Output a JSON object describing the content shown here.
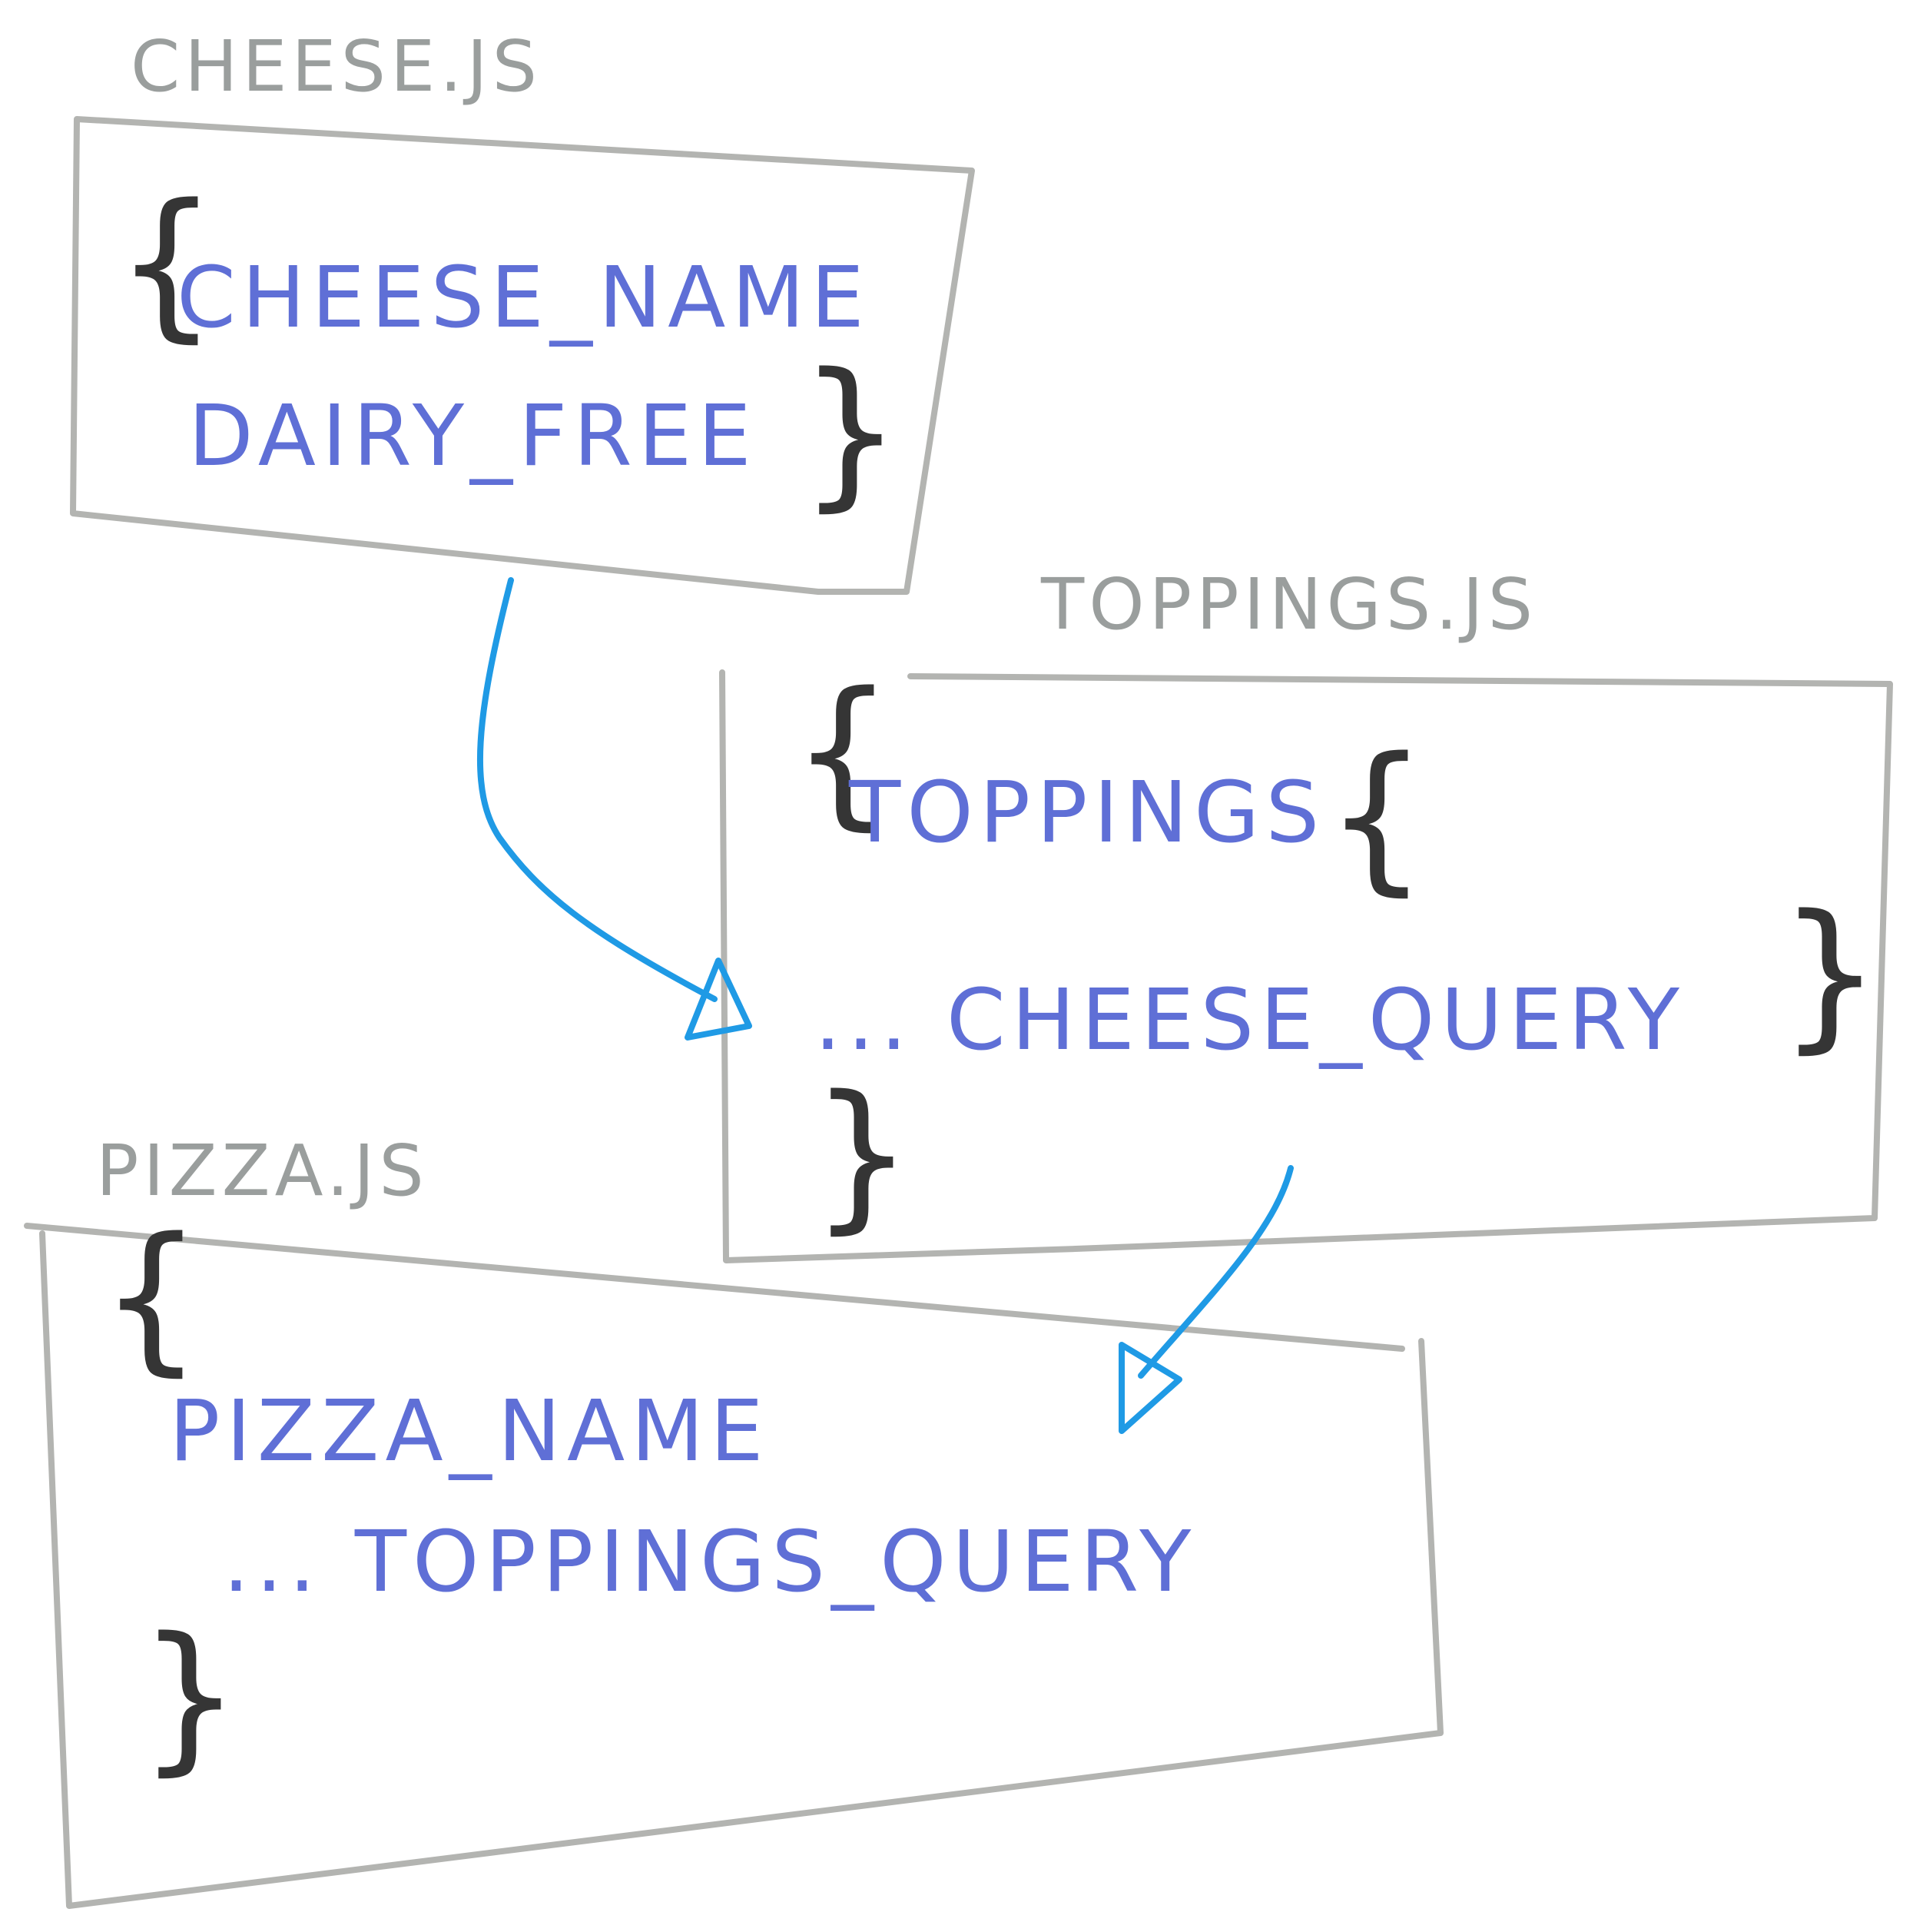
{
  "cheese_file": {
    "label": "CHEESE.JS",
    "open_brace": "{",
    "field_1": "CHEESE_NAME",
    "field_2": "DAIRY_FREE",
    "close_brace": "}"
  },
  "toppings_file": {
    "label": "TOPPINGS.JS",
    "open_brace": "{",
    "field_1": "TOPPINGS",
    "inner_open_brace": "{",
    "spread": "... CHEESE_QUERY",
    "inner_close_brace": "}",
    "close_brace": "}"
  },
  "pizza_file": {
    "label": "PIZZA.JS",
    "open_brace": "{",
    "field_1": "PIZZA_NAME",
    "spread": "... TOPPINGS_QUERY",
    "close_brace": "}"
  },
  "colors": {
    "label": "#9a9e9d",
    "code": "#5f6fd6",
    "brace": "#353535",
    "box": "#b3b4b1",
    "arrow": "#1f9ae5"
  }
}
